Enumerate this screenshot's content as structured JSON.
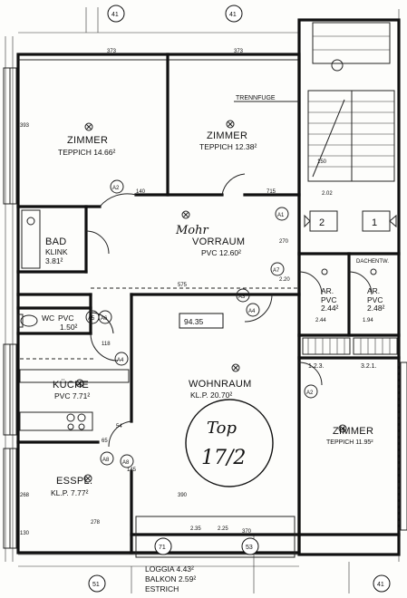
{
  "rooms": {
    "zimmer1": {
      "name": "ZIMMER",
      "detail": "TEPPICH 14.66²"
    },
    "zimmer2": {
      "name": "ZIMMER",
      "detail": "TEPPICH 12.38²"
    },
    "bad": {
      "name": "BAD",
      "detail1": "KLINK",
      "detail2": "3.81²"
    },
    "vorraum": {
      "name": "VORRAUM",
      "detail": "PVC 12.60²"
    },
    "wc": {
      "name": "WC",
      "detail1": "PVC",
      "detail2": "1.50²"
    },
    "kueche": {
      "name": "KÜCHE",
      "detail": "PVC 7.71²"
    },
    "wohnraum": {
      "name": "WOHNRAUM",
      "detail": "KL.P. 20.70²"
    },
    "esspl": {
      "name": "ESSPL.",
      "detail": "KL.P. 7.77²"
    },
    "ar1": {
      "name": "AR.",
      "detail1": "PVC",
      "detail2": "2.44²"
    },
    "ar2": {
      "name": "AR.",
      "detail1": "PVC",
      "detail2": "2.48²"
    },
    "zimmer3": {
      "name": "ZIMMER",
      "detail": "TEPPICH 11.95²"
    },
    "loggia": {
      "l1": "LOGGIA 4.43²",
      "l2": "BALKON 2.59²",
      "l3": "ESTRICH"
    }
  },
  "labels": {
    "trennfuge": "TRENNFUGE",
    "dachentw": "DACHENTW.",
    "mohr": "Mohr",
    "top_line1": "Top",
    "top_line2": "17/2",
    "level": "94.35",
    "stair_nums": "1.2.3.",
    "stair_nums2": "3.2.1.",
    "box2": "2",
    "box1": "1"
  },
  "axes": [
    "41",
    "41",
    "71",
    "53",
    "51",
    "41"
  ],
  "markers": [
    "A2",
    "A1",
    "A3",
    "A4",
    "A5",
    "A6",
    "A7",
    "A8",
    "A8",
    "A4",
    "A2"
  ],
  "dimensions": [
    "373",
    "373",
    "393",
    "140",
    "715",
    "575",
    "270",
    "2.20",
    "268",
    "390",
    "370",
    "145",
    "118",
    "130",
    "54",
    "65",
    "2.35",
    "278",
    "2.25",
    "2.44",
    "1.94",
    "2.02",
    "150"
  ]
}
